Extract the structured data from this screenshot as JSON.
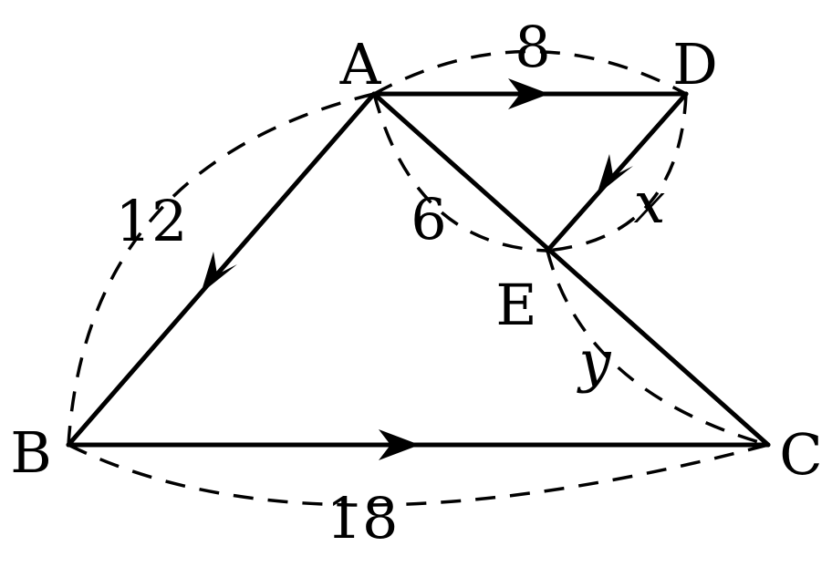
{
  "diagram": {
    "points": {
      "A": "A",
      "B": "B",
      "C": "C",
      "D": "D",
      "E": "E"
    },
    "measures": {
      "AD": "8",
      "AB": "12",
      "AE": "6",
      "DE": "x",
      "EC": "y",
      "BC": "18"
    }
  }
}
